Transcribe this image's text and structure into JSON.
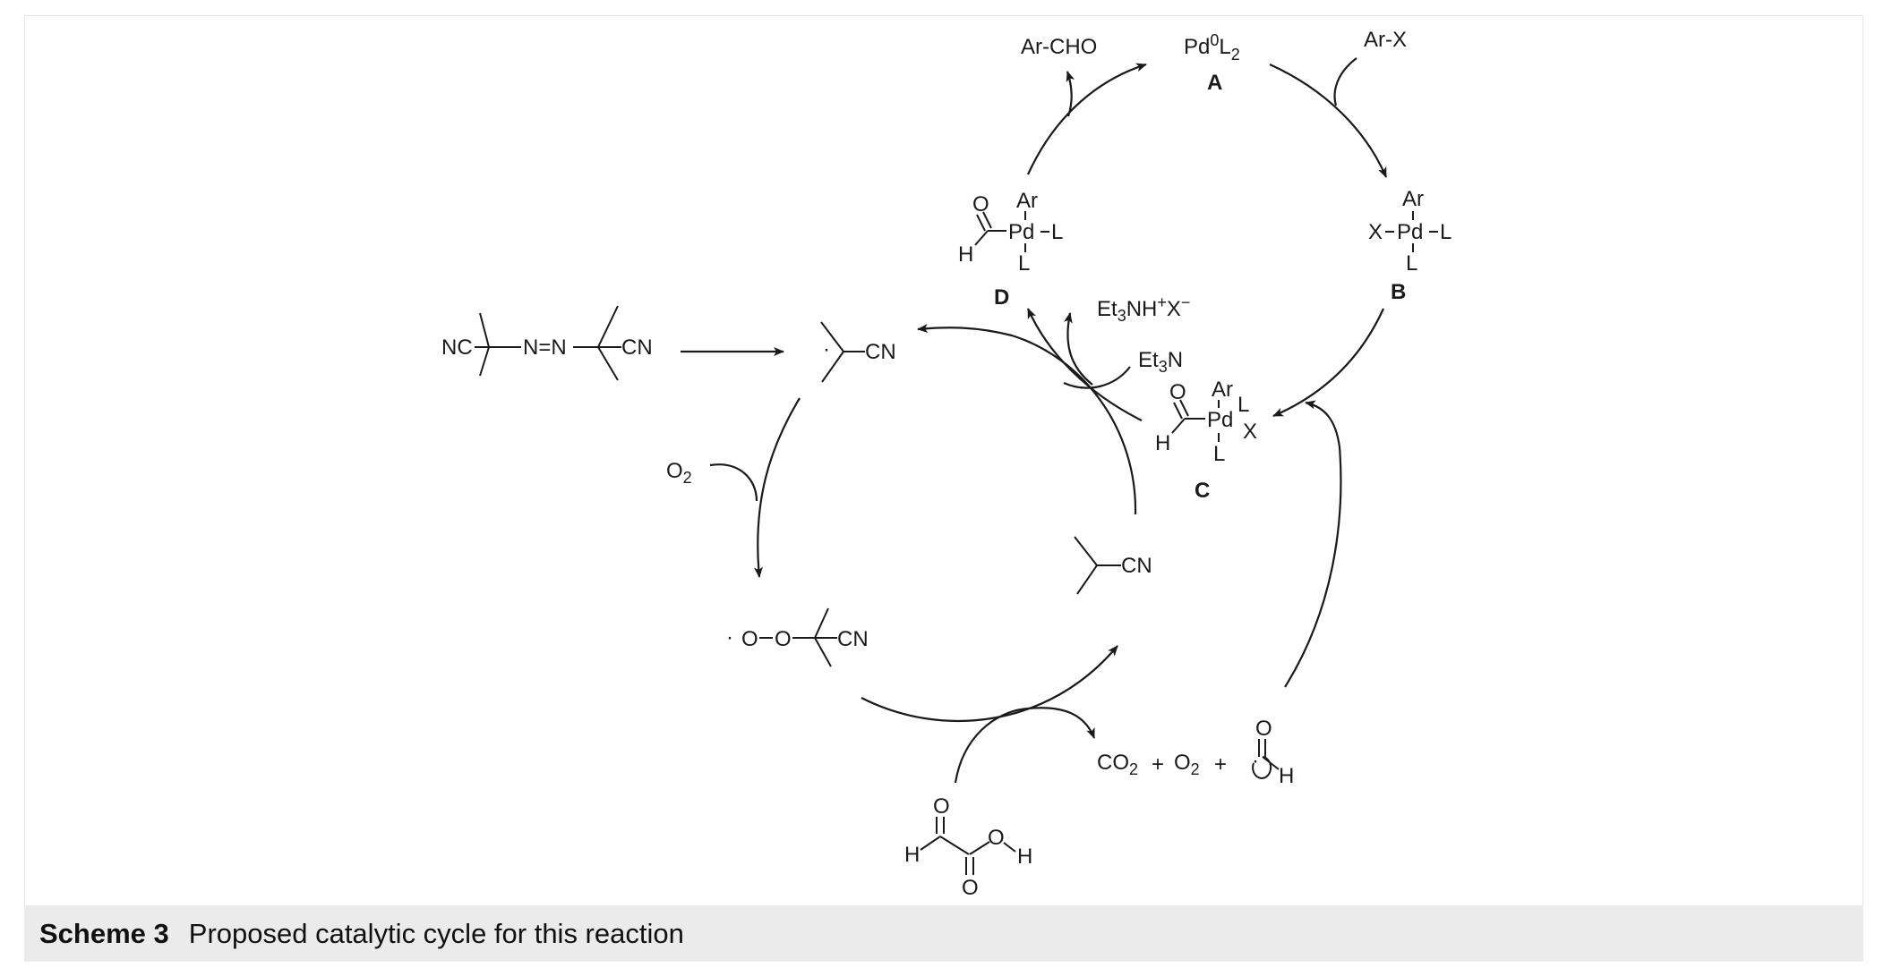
{
  "caption": {
    "label": "Scheme 3",
    "text": "Proposed catalytic cycle for this reaction"
  },
  "species": {
    "pd0_base": "Pd",
    "pd0_sup": "0",
    "pd0_L": "L",
    "pd0_sub": "2",
    "pd0_label": "A",
    "aryl_halide": "Ar-X",
    "aryl_aldehyde": "Ar-CHO",
    "label_B": "B",
    "label_C": "C",
    "label_D": "D",
    "ar": "Ar",
    "x": "X",
    "pd": "Pd",
    "l": "L",
    "o": "O",
    "h": "H",
    "cn": "CN",
    "nc": "NC",
    "azo": "N=N",
    "et3n_a": "Et",
    "et3n_sub": "3",
    "et3n_b": "N",
    "et3nh_a": "Et",
    "et3nh_sub": "3",
    "et3nh_b": "NH",
    "et3nh_plus": "+",
    "et3nh_x": "X",
    "et3nh_minus": "−",
    "o2_a": "O",
    "o2_sub": "2",
    "co2_a": "CO",
    "co2_sub": "2",
    "plus": "+",
    "peroxy_o1": "O",
    "peroxy_o2": "O",
    "radical_dot": "·"
  }
}
